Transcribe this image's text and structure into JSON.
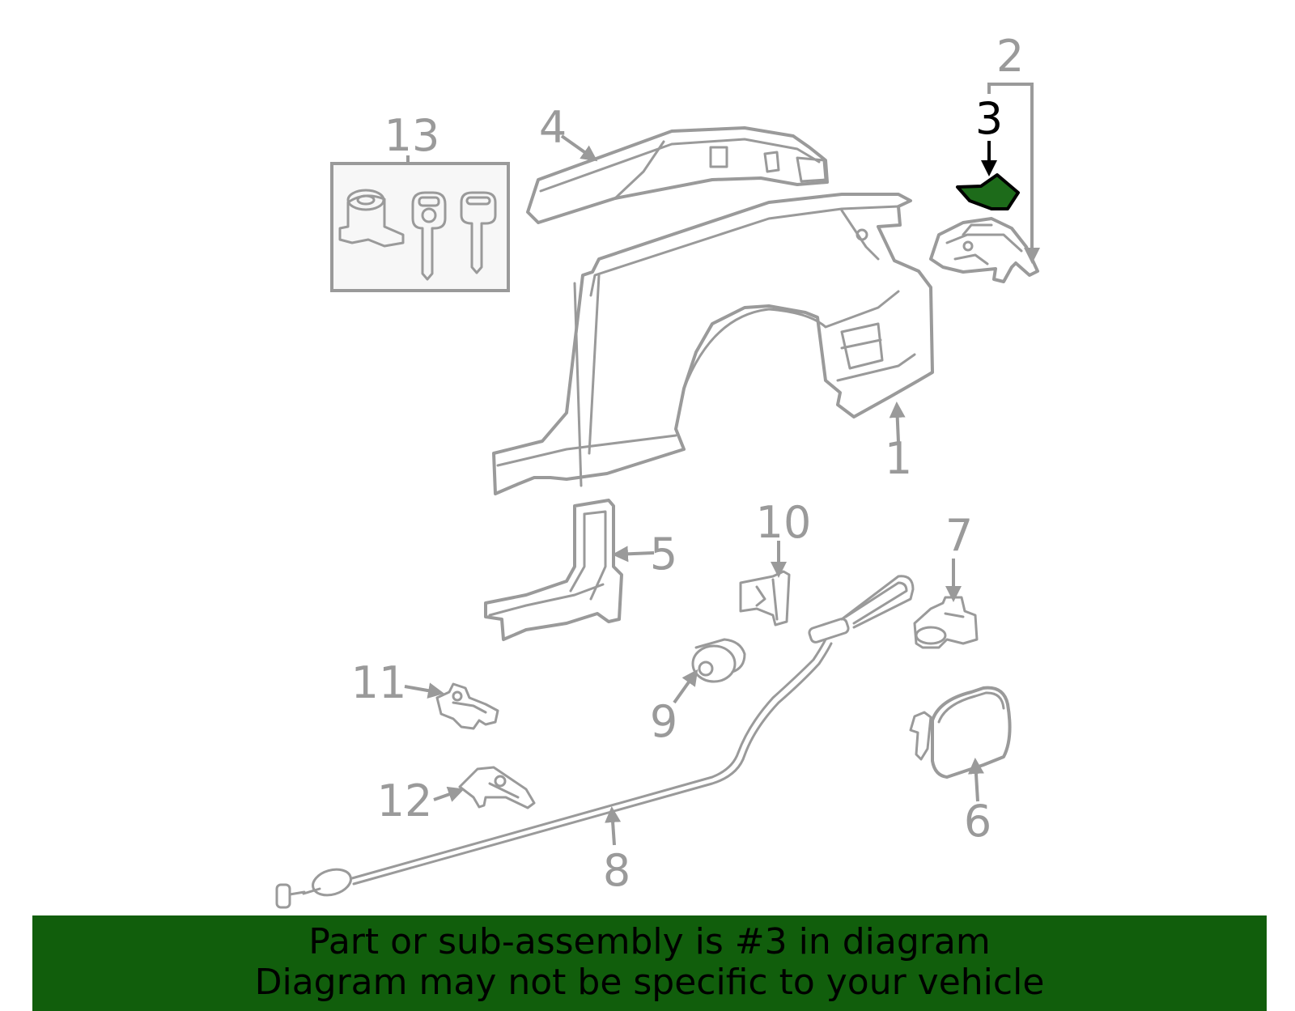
{
  "colors": {
    "line_gray": "#9a9a9a",
    "highlight_fill": "#1d6b1a",
    "banner_bg": "#115e0c",
    "text_black": "#000000"
  },
  "callouts": [
    {
      "id": "1",
      "label": "1"
    },
    {
      "id": "2",
      "label": "2"
    },
    {
      "id": "3",
      "label": "3",
      "highlighted": true
    },
    {
      "id": "4",
      "label": "4"
    },
    {
      "id": "5",
      "label": "5"
    },
    {
      "id": "6",
      "label": "6"
    },
    {
      "id": "7",
      "label": "7"
    },
    {
      "id": "8",
      "label": "8"
    },
    {
      "id": "9",
      "label": "9"
    },
    {
      "id": "10",
      "label": "10"
    },
    {
      "id": "11",
      "label": "11"
    },
    {
      "id": "12",
      "label": "12"
    },
    {
      "id": "13",
      "label": "13"
    }
  ],
  "banner": {
    "line1": "Part or sub-assembly is #3 in diagram",
    "line2": "Diagram may not be specific to your vehicle"
  }
}
